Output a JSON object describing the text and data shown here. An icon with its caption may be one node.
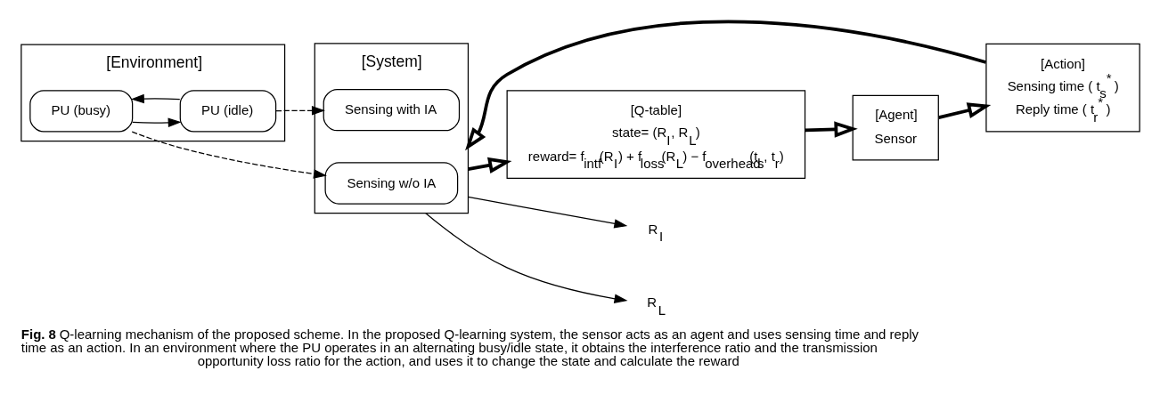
{
  "diagram": {
    "caption": "**Fig. 8** Q-learning mechanism of the proposed scheme. In the proposed Q-learning system, the sensor acts as an agent and uses sensing time and reply time as an action. In an environment where the PU operates in an alternating busy/idle state, it obtains the interference ratio and the transmission opportunity loss ratio for the action, and uses it to change the state and calculate the reward",
    "nodes": [
      {
        "text": [
          "[Agent]",
          "Sensor"
        ]
      },
      {
        "text": [
          "[Q-table]",
          "state= (R$_{I}$, R$_{L}$)",
          "reward= f$_{intf}$(R$_{I}$) + f$_{loss}$(R$_{L}$) − f$_{overhead}$(t$_{s}$, t$_{r}$)"
        ]
      },
      {
        "text": [
          "[Environment]"
        ]
      },
      {
        "text": [
          "PU (busy)"
        ],
        "in": 2
      },
      {
        "text": [
          "PU (idle)"
        ],
        "in": 2
      },
      {
        "text": [
          "[Action]",
          "Sensing time ( t$_{s}$$^{*}$ )",
          "Reply time ( t$_{r}$$^{*}$ )"
        ]
      },
      {
        "text": [
          "[System]"
        ]
      },
      {
        "text": [
          "Sensing w/o IA"
        ],
        "in": 6
      },
      {
        "text": [
          "Sensing with IA"
        ],
        "in": 6
      },
      {
        "text": [
          "R$_{I}$"
        ]
      },
      {
        "text": [
          "R$_{L}$"
        ]
      }
    ],
    "edges": [
      {
        "from": 1,
        "to": 0,
        "arrow": "to",
        "style": "thick"
      },
      {
        "from": 0,
        "to": 5,
        "arrow": "to",
        "style": "thick"
      },
      {
        "from": 5,
        "to": 6,
        "arrow": "to",
        "style": "thick"
      },
      {
        "from": 3,
        "to": 4,
        "arrow": "to"
      },
      {
        "from": 4,
        "to": 3,
        "arrow": "to"
      },
      {
        "from": 3,
        "to": 7,
        "arrow": "to",
        "style": "dashed"
      },
      {
        "from": 4,
        "to": 8,
        "arrow": "to",
        "style": "dashed"
      },
      {
        "from": 6,
        "to": 9,
        "arrow": "to"
      },
      {
        "from": 6,
        "to": 10,
        "arrow": "to"
      },
      {
        "from": 6,
        "to": 1,
        "arrow": "to",
        "style": "thick"
      }
    ]
  }
}
